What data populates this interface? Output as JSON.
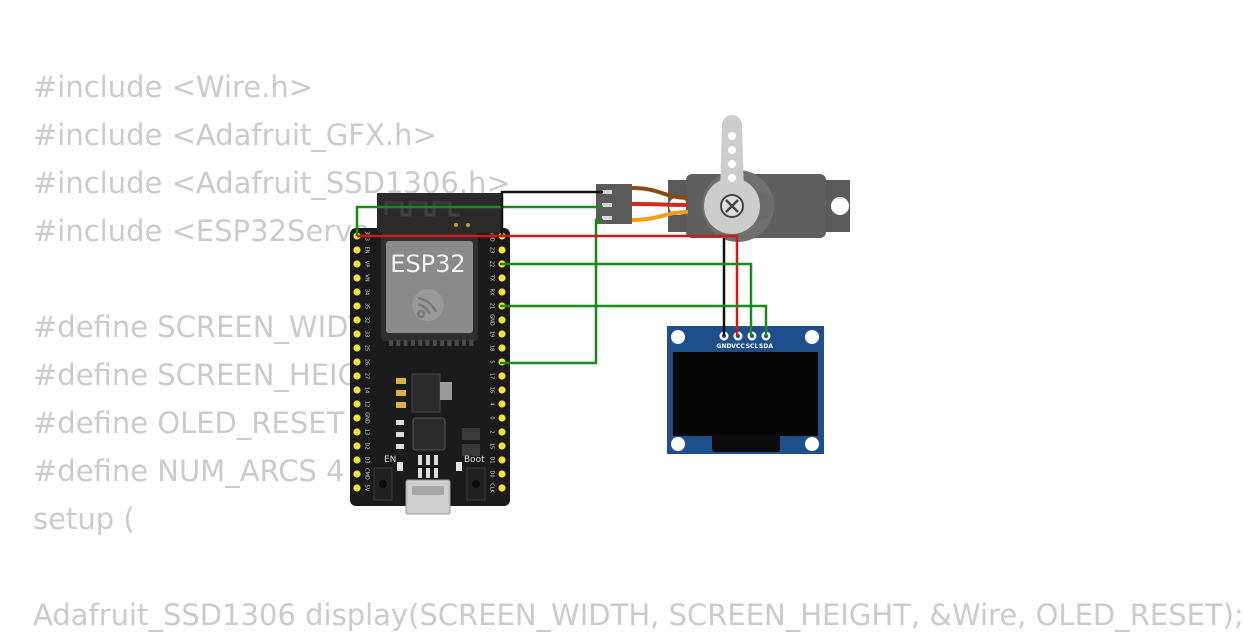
{
  "code": {
    "lines": [
      "#include <Wire.h>",
      "#include <Adafruit_GFX.h>",
      "#include <Adafruit_SSD1306.h>",
      "#include <ESP32Servo.h>",
      "",
      "#define SCREEN_WIDTH 128",
      "#define SCREEN_HEIGHT 64",
      "#define OLED_RESET -1",
      "#define NUM_ARCS 4",
      "setup (",
      "",
      "Adafruit_SSD1306 display(SCREEN_WIDTH, SCREEN_HEIGHT, &Wire, OLED_RESET);"
    ]
  },
  "esp32": {
    "label": "ESP32",
    "en_label": "EN",
    "boot_label": "Boot",
    "pin_labels_left": [
      "3V3",
      "EN",
      "VP",
      "VN",
      "34",
      "35",
      "32",
      "33",
      "25",
      "26",
      "27",
      "14",
      "12",
      "GND",
      "13",
      "D2",
      "D3",
      "CMD",
      "5V"
    ],
    "pin_labels_right": [
      "GND",
      "23",
      "22",
      "TX",
      "RX",
      "21",
      "GND",
      "19",
      "18",
      "5",
      "17",
      "16",
      "4",
      "0",
      "2",
      "15",
      "D1",
      "D0",
      "CLK"
    ]
  },
  "oled": {
    "pin_labels": [
      "GND",
      "VCC",
      "SCL",
      "SDA"
    ]
  },
  "colors": {
    "code_text": "#cbcbcb",
    "board": "#1b1b1b",
    "pin_header": "#f4e23e",
    "wire_green": "#1a8a1a",
    "wire_red": "#d01a1a",
    "wire_black": "#111111",
    "oled_pcb": "#1f4f8a",
    "servo_body": "#5a5a5a",
    "servo_horn": "#c8c8c8"
  }
}
